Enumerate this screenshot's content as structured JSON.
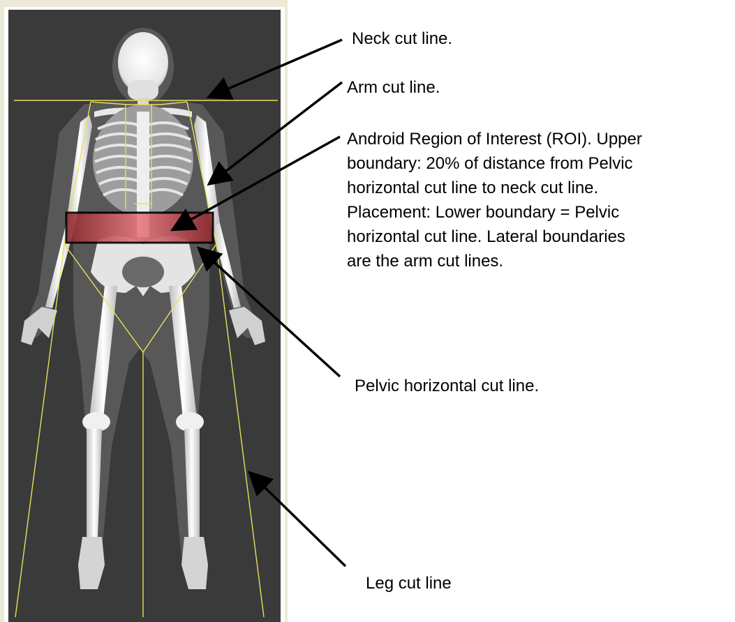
{
  "labels": {
    "neck": "Neck cut line.",
    "arm": "Arm cut line.",
    "roi_line1": "Android Region of Interest (ROI).  Upper",
    "roi_line2": "boundary: 20% of distance from Pelvic",
    "roi_line3": "horizontal cut line to neck cut line.",
    "roi_line4": "Placement: Lower boundary = Pelvic",
    "roi_line5": "horizontal cut line.  Lateral boundaries",
    "roi_line6": "are the arm cut lines.",
    "pelvic": "Pelvic horizontal cut line.",
    "leg": "Leg cut line"
  },
  "colors": {
    "frame": "#ece9d8",
    "scan_background": "#3a3a3a",
    "bone": "#f2f2f2",
    "soft_tissue": "#7a7a7a",
    "cut_line": "#e8e05a",
    "roi_fill": "#b0353a",
    "arrow": "#000000"
  },
  "icons": {
    "scan": "dxa-skeleton-scan",
    "arrow": "arrow-icon"
  }
}
